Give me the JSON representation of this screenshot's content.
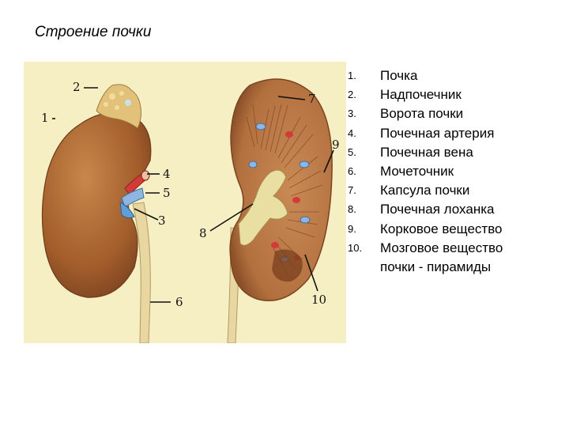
{
  "title": "Строение почки",
  "figure": {
    "callouts": [
      {
        "id": "c1",
        "number": "1"
      },
      {
        "id": "c2",
        "number": "2"
      },
      {
        "id": "c3",
        "number": "3"
      },
      {
        "id": "c4",
        "number": "4"
      },
      {
        "id": "c5",
        "number": "5"
      },
      {
        "id": "c6",
        "number": "6"
      },
      {
        "id": "c7",
        "number": "7"
      },
      {
        "id": "c8",
        "number": "8"
      },
      {
        "id": "c9",
        "number": "9"
      },
      {
        "id": "c10",
        "number": "10"
      }
    ],
    "colors": {
      "background": "#f7efc4",
      "kidney": "#a9652f",
      "adrenal": "#e2c27a",
      "artery": "#d33b3b",
      "vein": "#8fb6e0",
      "ureter": "#e9d7a2",
      "cortex": "#c78a52",
      "pelvis": "#eadfa3"
    }
  },
  "legend": {
    "items": [
      {
        "number": "1.",
        "label": "Почка"
      },
      {
        "number": "2.",
        "label": "Надпочечник"
      },
      {
        "number": "3.",
        "label": "Ворота почки"
      },
      {
        "number": "4.",
        "label": "Почечная артерия"
      },
      {
        "number": "5.",
        "label": "Почечная вена"
      },
      {
        "number": "6.",
        "label": "Мочеточник"
      },
      {
        "number": "7.",
        "label": "Капсула почки"
      },
      {
        "number": "8.",
        "label": "Почечная лоханка"
      },
      {
        "number": "9.",
        "label": "Корковое вещество"
      },
      {
        "number": "10.",
        "label": "Мозговое вещество"
      }
    ],
    "continuation": "почки - пирамиды"
  }
}
